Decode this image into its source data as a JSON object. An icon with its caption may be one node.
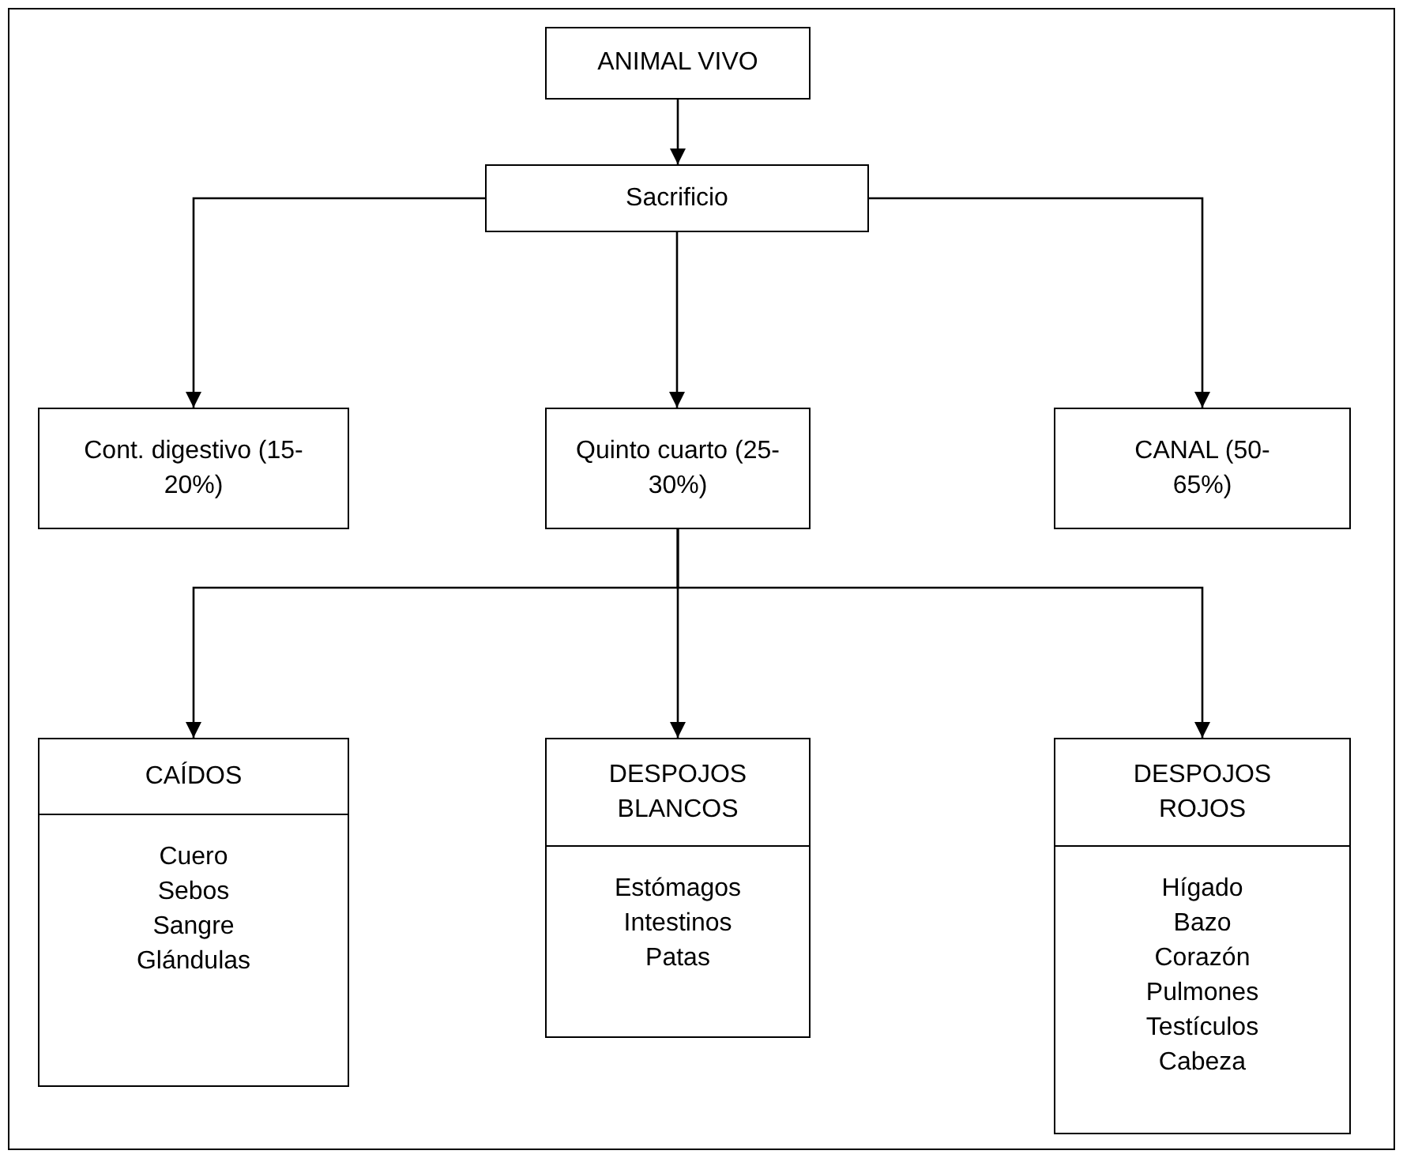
{
  "diagram": {
    "nodes": [
      {
        "text": [
          "ANIMAL VIVO"
        ]
      },
      {
        "text": [
          "Sacrificio"
        ]
      },
      {
        "text": [
          "Cont. digestivo (15-20%)"
        ]
      },
      {
        "text": [
          "Quinto cuarto (25-30%)"
        ]
      },
      {
        "text": [
          "CANAL (50-65%)"
        ]
      },
      {
        "text": [
          "CAÍDOS",
          "Cuero",
          "Sebos",
          "Sangre",
          "Glándulas"
        ]
      },
      {
        "text": [
          "DESPOJOS BLANCOS",
          "Estómagos",
          "Intestinos",
          "Patas"
        ]
      },
      {
        "text": [
          "DESPOJOS ROJOS",
          "Hígado",
          "Bazo",
          "Corazón",
          "Pulmones",
          "Testículos",
          "Cabeza"
        ]
      }
    ],
    "edges": [
      {
        "from": 0,
        "to": 1,
        "arrow": "to"
      },
      {
        "from": 1,
        "to": 2,
        "arrow": "to"
      },
      {
        "from": 1,
        "to": 3,
        "arrow": "to"
      },
      {
        "from": 1,
        "to": 4,
        "arrow": "to"
      },
      {
        "from": 3,
        "to": 5,
        "arrow": "to"
      },
      {
        "from": 3,
        "to": 6,
        "arrow": "to"
      },
      {
        "from": 3,
        "to": 7,
        "arrow": "to"
      }
    ]
  }
}
